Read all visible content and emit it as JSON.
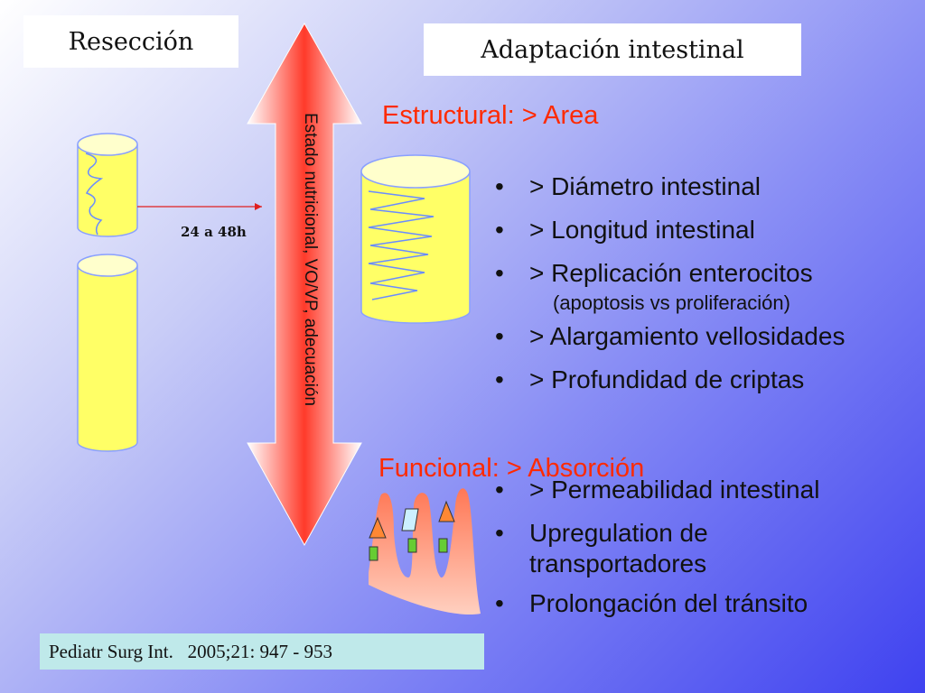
{
  "titles": {
    "reseccion": "Resección",
    "adaptacion": "Adaptación intestinal"
  },
  "arrow": {
    "label": "Estado nutricional, VO/VP, adecuación",
    "time": "24 a 48h"
  },
  "estructural": {
    "heading": "Estructural:   > Area",
    "items": [
      "> Diámetro intestinal",
      "> Longitud intestinal",
      "> Replicación enterocitos",
      "> Alargamiento vellosidades",
      "> Profundidad de criptas"
    ],
    "sub": "(apoptosis vs proliferación)"
  },
  "funcional": {
    "heading": "Funcional:  > Absorción",
    "items": [
      "> Permeabilidad intestinal",
      "Upregulation de transportadores",
      "Prolongación del tránsito"
    ]
  },
  "bullet_char": "•",
  "citation": "Pediatr Surg Int.   2005;21: 947 - 953",
  "colors": {
    "heading": "#ff2a00",
    "cylinder": "#ffff66",
    "villi": "#ff8866",
    "citation_bg": "#bfe9ea"
  }
}
